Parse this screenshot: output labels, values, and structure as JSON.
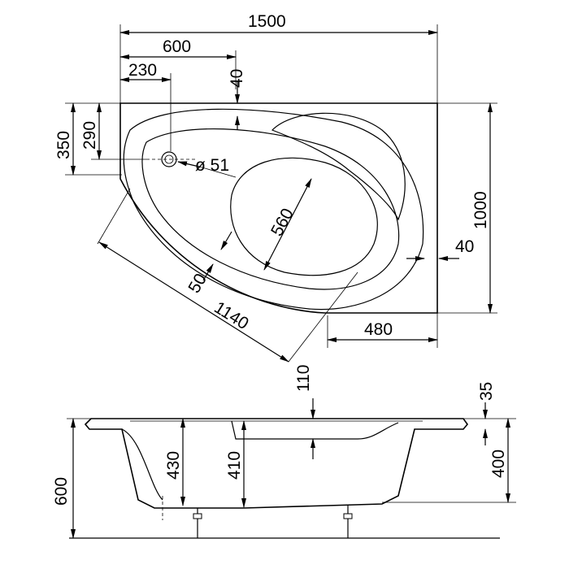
{
  "title": "Corner bathtub technical drawing",
  "top_view": {
    "overall_width": "1500",
    "drain_offset_x": "600",
    "overflow_offset_x": "230",
    "rim_top_width": "40",
    "overflow_offset_y_outer": "350",
    "overflow_offset_y_inner": "290",
    "overflow_diameter": "ø 51",
    "headrest_width": "560",
    "overall_depth": "1000",
    "rim_side_width": "40",
    "rim_front_width": "50",
    "diagonal_length": "1140",
    "right_straight_section": "480"
  },
  "side_view": {
    "headrest_depth": "110",
    "rim_thickness": "35",
    "inner_depth_left": "430",
    "inner_depth_center": "410",
    "overall_height": "600",
    "apron_height": "400"
  }
}
